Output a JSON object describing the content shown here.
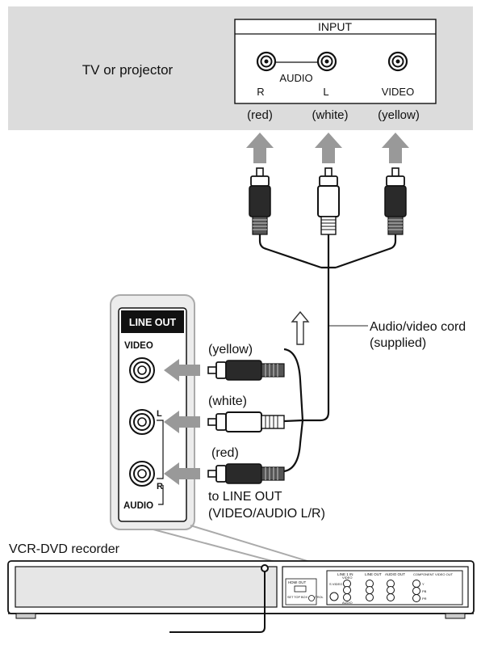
{
  "tv": {
    "label": "TV or projector",
    "input_title": "INPUT",
    "audio_label": "AUDIO",
    "jack_r": "R",
    "jack_l": "L",
    "jack_video": "VIDEO",
    "color_red": "(red)",
    "color_white": "(white)",
    "color_yellow": "(yellow)"
  },
  "cord": {
    "label_line1": "Audio/video cord",
    "label_line2": "(supplied)"
  },
  "line_out_panel": {
    "title": "LINE OUT",
    "video_label": "VIDEO",
    "l_label": "L",
    "r_label": "R",
    "audio_label": "AUDIO"
  },
  "plugs": {
    "yellow": "(yellow)",
    "white": "(white)",
    "red": "(red)"
  },
  "destination": {
    "line1": "to LINE OUT",
    "line2": "(VIDEO/AUDIO L/R)"
  },
  "recorder": {
    "label": "VCR-DVD recorder",
    "panel_line1_in": "LINE 1 IN",
    "panel_line_out": "LINE OUT",
    "panel_audio_out": "AUDIO OUT",
    "panel_component": "COMPONENT VIDEO OUT",
    "panel_hdmi": "HDMI OUT",
    "panel_svideo": "S VIDEO",
    "panel_video": "VIDEO",
    "panel_audio": "AUDIO",
    "panel_settop": "SET TOP BOX CONTROL",
    "panel_y": "Y",
    "panel_pb": "PB",
    "panel_pr": "PR"
  }
}
